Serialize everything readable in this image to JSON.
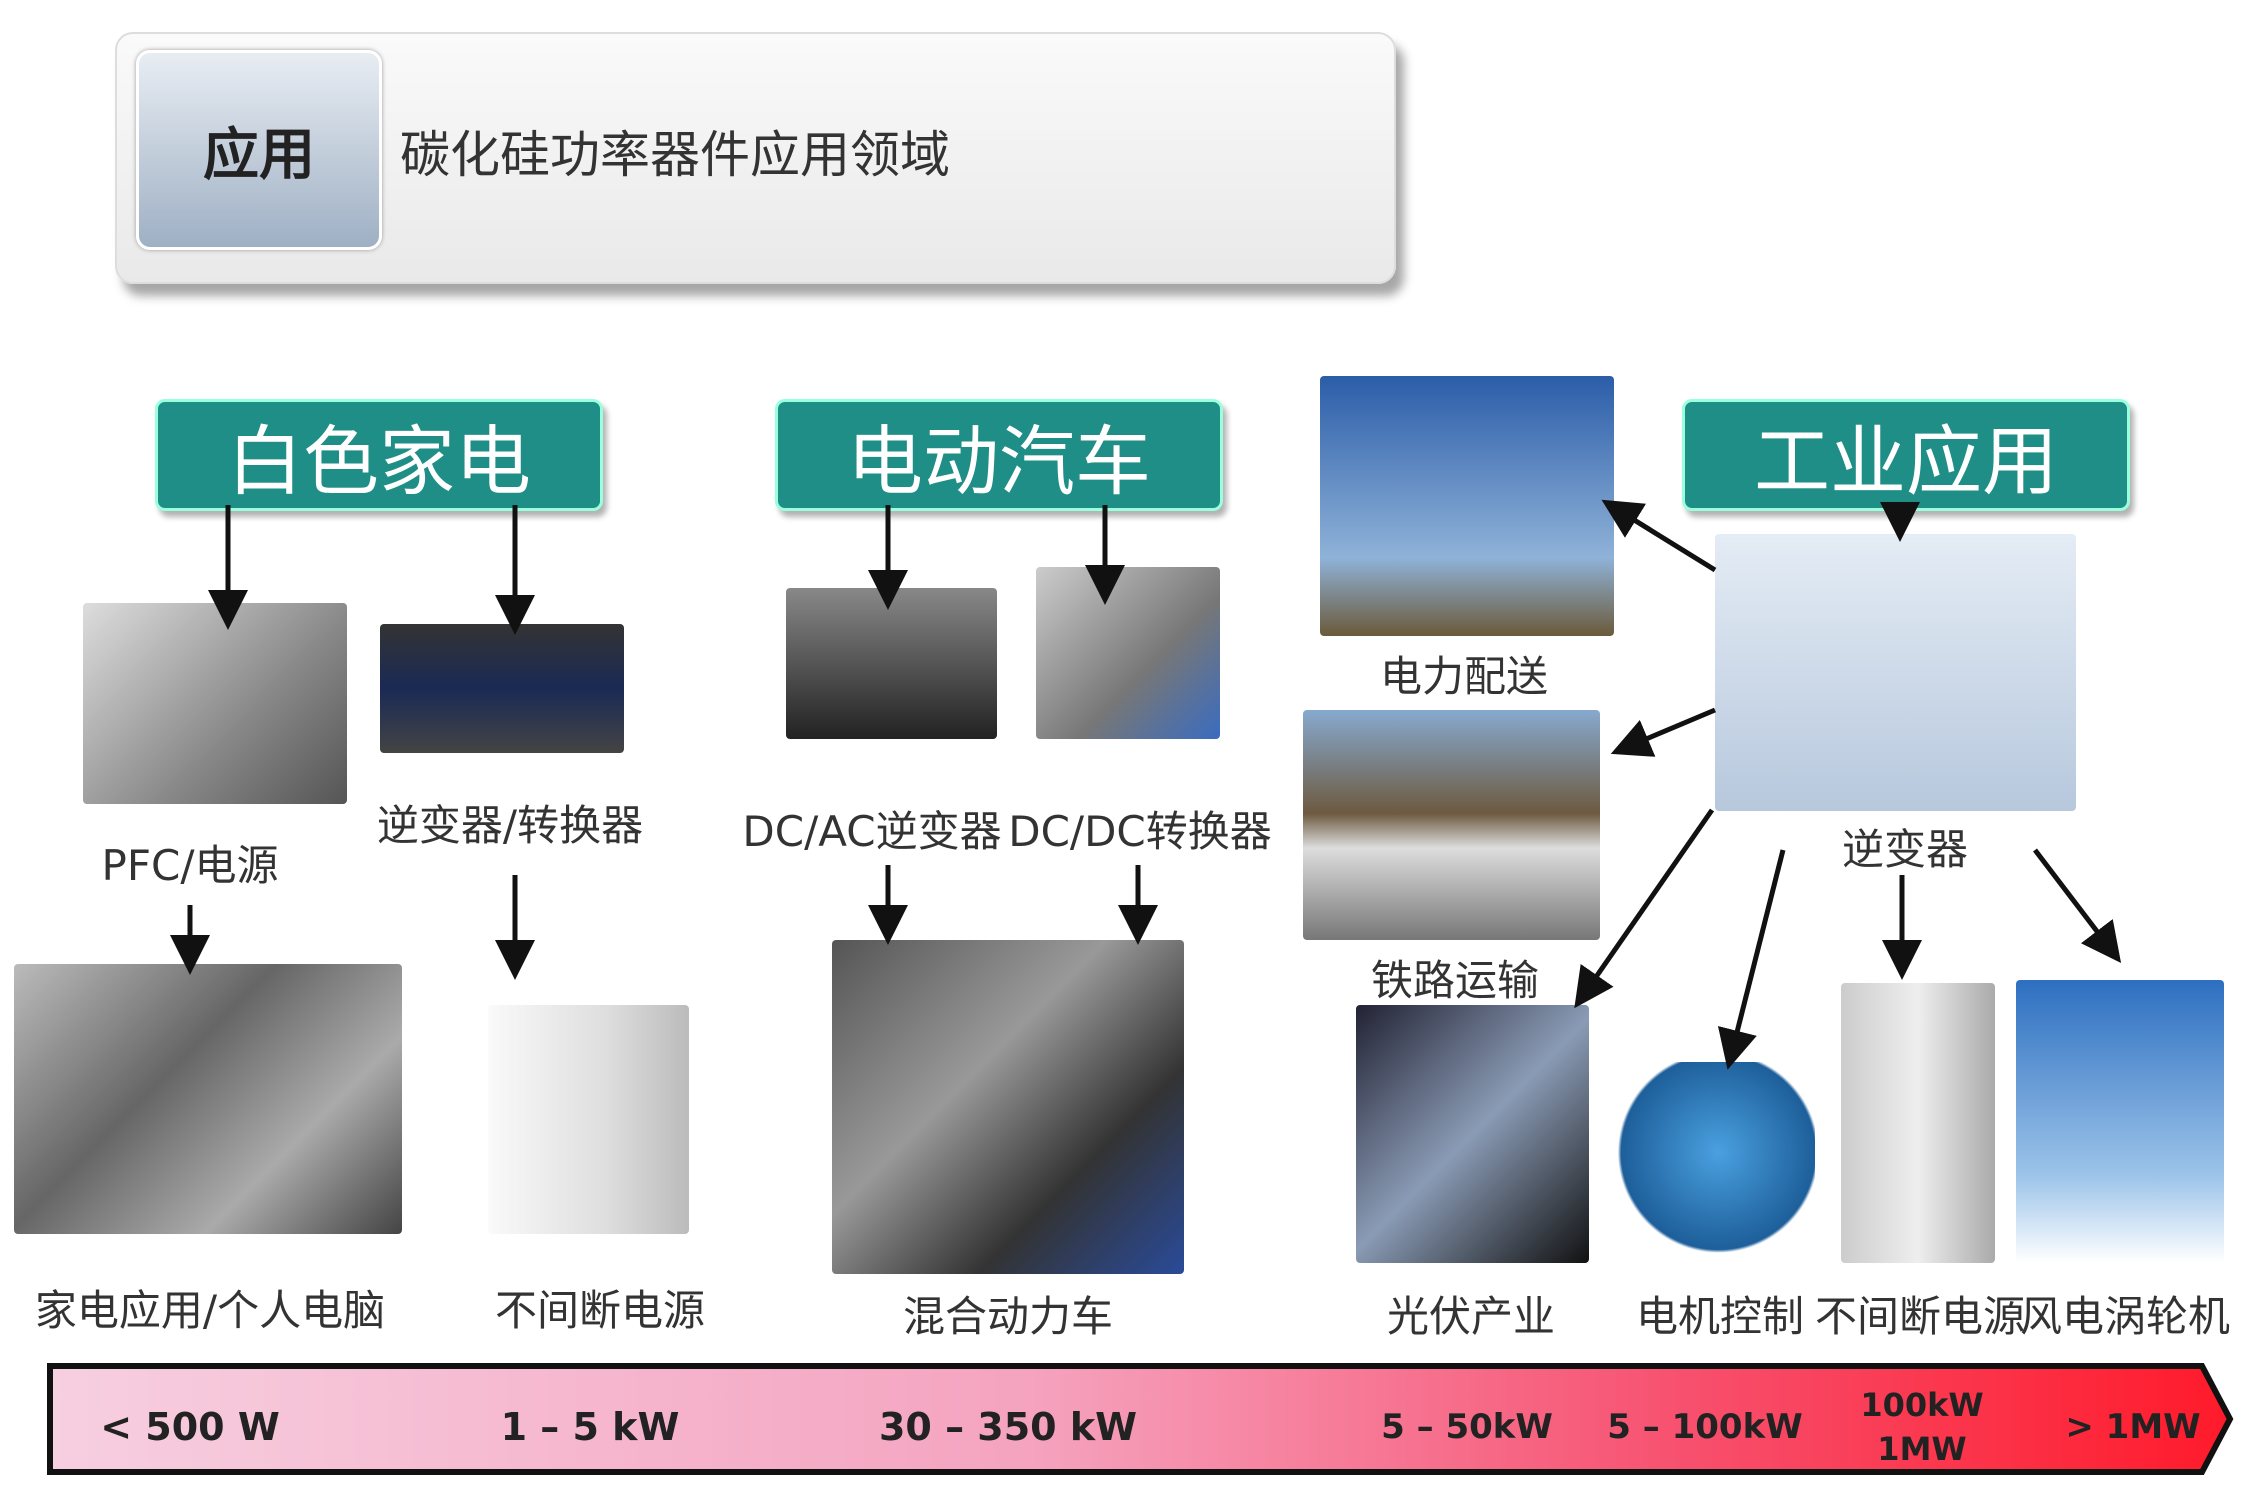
{
  "header": {
    "tag": "应用",
    "title": "碳化硅功率器件应用领域"
  },
  "categories": {
    "appliance": "白色家电",
    "ev": "电动汽车",
    "industrial": "工业应用"
  },
  "labels": {
    "pfc": "PFC/电源",
    "inverter_converter": "逆变器/转换器",
    "home_pc": "家电应用/个人电脑",
    "ups": "不间断电源",
    "dcac": "DC/AC逆变器",
    "dcdc": "DC/DC转换器",
    "hybrid": "混合动力车",
    "power_dist": "电力配送",
    "rail": "铁路运输",
    "inverter": "逆变器",
    "pv": "光伏产业",
    "motor": "电机控制",
    "ups2": "不间断电源",
    "wind": "风电涡轮机"
  },
  "power_scale": [
    "< 500 W",
    "1 – 5 kW",
    "30 – 350 kW",
    "5 – 50kW",
    "5 – 100kW",
    "100kW\n1MW",
    "> 1MW"
  ],
  "colors": {
    "category": "#1e8e86",
    "scale_start": "#f4c6d8",
    "scale_end": "#ff1a2a"
  }
}
